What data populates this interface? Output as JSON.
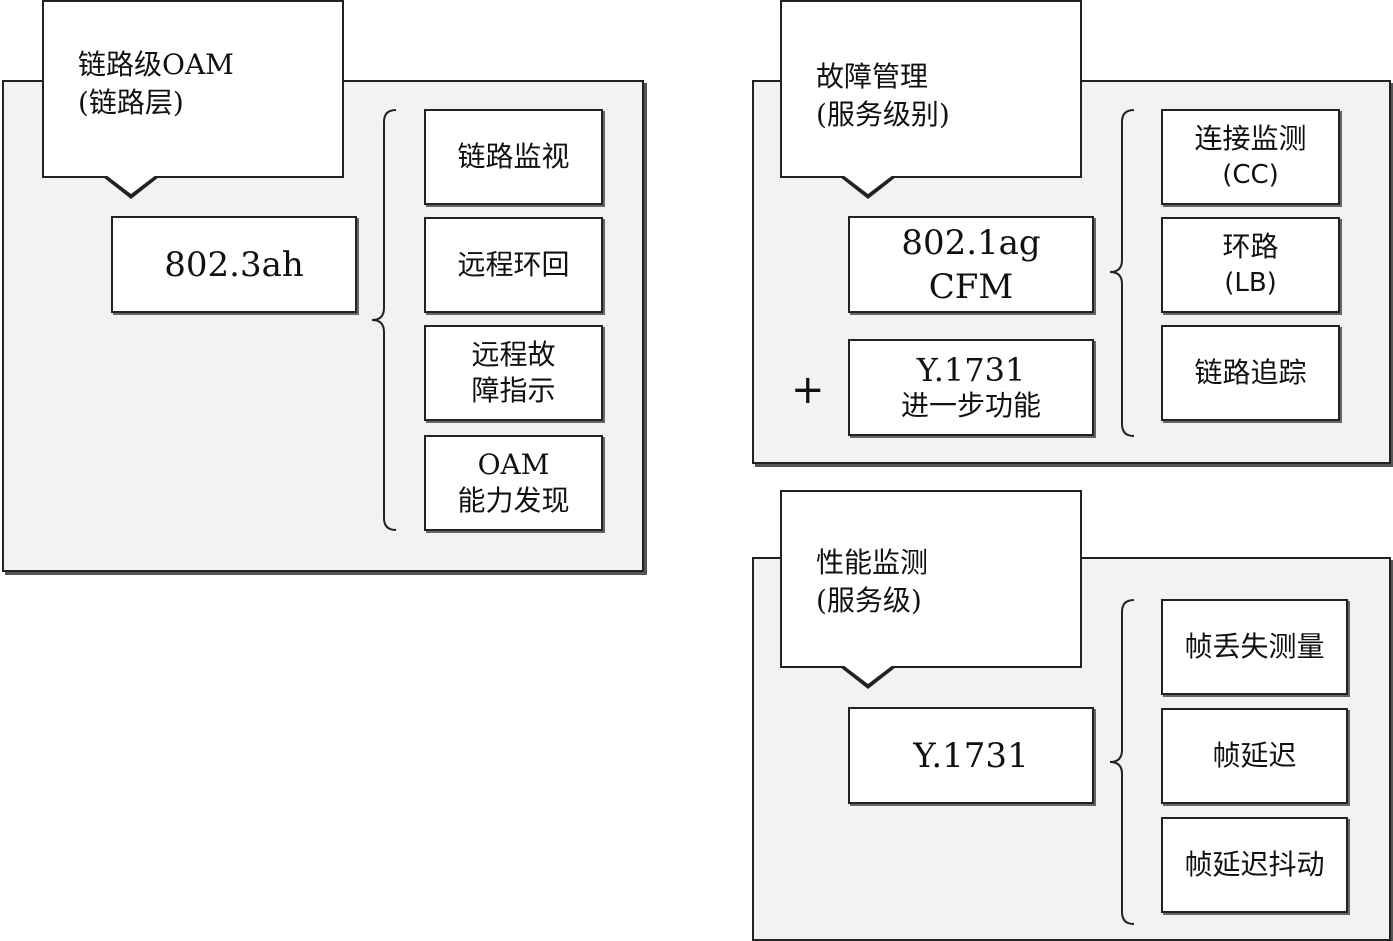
{
  "link_oam": {
    "title_line1": "链路级OAM",
    "title_line2": "(链路层)",
    "standard": "802.3ah",
    "functions": [
      {
        "lines": [
          "链路监视"
        ]
      },
      {
        "lines": [
          "远程环回"
        ]
      },
      {
        "lines": [
          "远程故",
          "障指示"
        ]
      },
      {
        "lines": [
          "OAM",
          "能力发现"
        ]
      }
    ]
  },
  "fault_mgmt": {
    "title_line1": "故障管理",
    "title_line2": "(服务级别)",
    "standard_line1": "802.1ag",
    "standard_line2": "CFM",
    "plus": "+",
    "extra_line1": "Y.1731",
    "extra_line2": "进一步功能",
    "functions": [
      {
        "lines": [
          "连接监测",
          "(CC)"
        ]
      },
      {
        "lines": [
          "环路",
          "(LB)"
        ]
      },
      {
        "lines": [
          "链路追踪"
        ]
      }
    ]
  },
  "perf_mon": {
    "title_line1": "性能监测",
    "title_line2": "(服务级)",
    "standard": "Y.1731",
    "functions": [
      {
        "lines": [
          "帧丢失测量"
        ]
      },
      {
        "lines": [
          "帧延迟"
        ]
      },
      {
        "lines": [
          "帧延迟抖动"
        ]
      }
    ]
  }
}
